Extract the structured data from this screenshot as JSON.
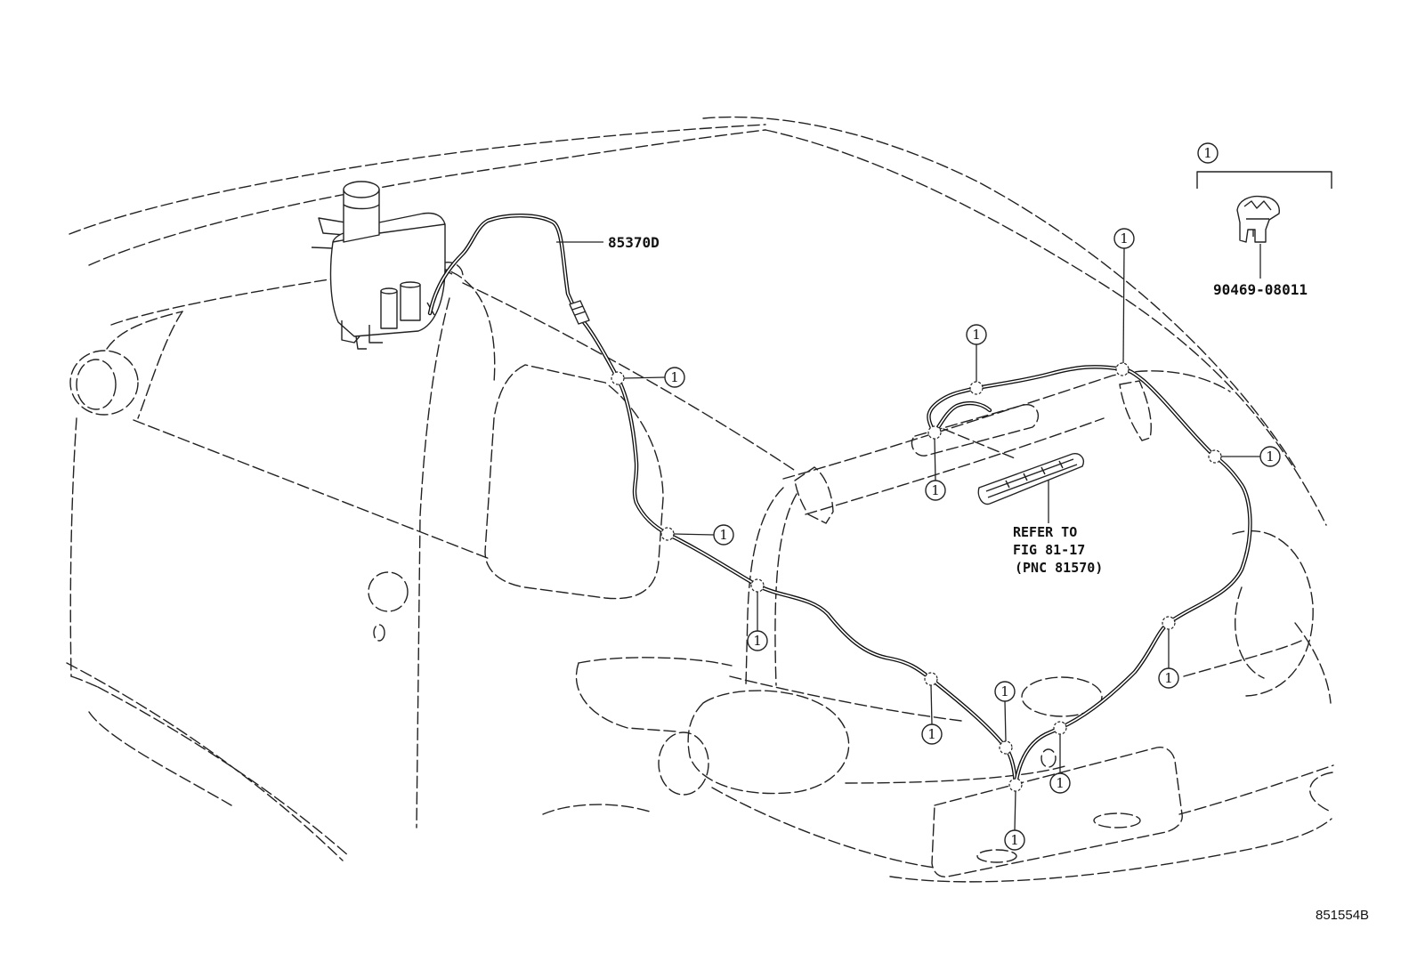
{
  "labels": {
    "hose_part_number": "85370D",
    "clamp_part_number": "90469-08011"
  },
  "reference": {
    "line1": "REFER TO",
    "line2": "FIG 81-17",
    "line3": "(PNC 81570)"
  },
  "callout_label": "1",
  "figure_code": "851554B"
}
